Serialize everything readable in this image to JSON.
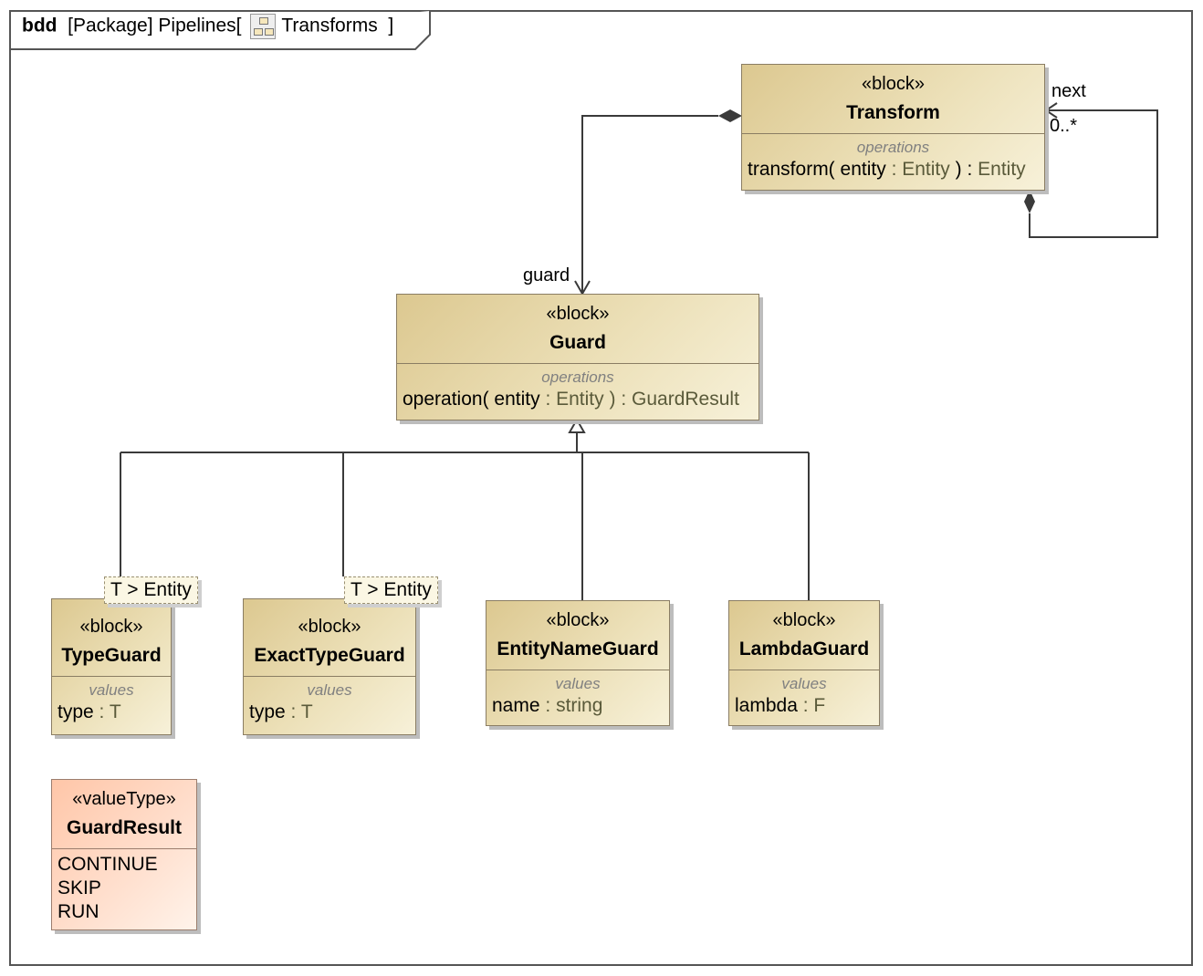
{
  "frame": {
    "kind": "bdd",
    "package": "[Package]",
    "name": "Pipelines[",
    "diagram": "Transforms",
    "close": "]"
  },
  "blocks": {
    "transform": {
      "stereotype": "«block»",
      "name": "Transform",
      "compartment_title": "operations",
      "op_name": "transform( entity",
      "op_sep": ":",
      "op_param_type": "Entity",
      "op_close": ") :",
      "op_return": "Entity"
    },
    "guard": {
      "stereotype": "«block»",
      "name": "Guard",
      "compartment_title": "operations",
      "op_name": "operation( entity",
      "op_sep": ":",
      "op_param_type": "Entity",
      "op_close": ") :",
      "op_return": "GuardResult"
    },
    "type_guard": {
      "stereotype": "«block»",
      "name": "TypeGuard",
      "template": "T > Entity",
      "compartment_title": "values",
      "value_name": "type",
      "value_sep": ":",
      "value_type": "T"
    },
    "exact_type_guard": {
      "stereotype": "«block»",
      "name": "ExactTypeGuard",
      "template": "T > Entity",
      "compartment_title": "values",
      "value_name": "type",
      "value_sep": ":",
      "value_type": "T"
    },
    "entity_name_guard": {
      "stereotype": "«block»",
      "name": "EntityNameGuard",
      "compartment_title": "values",
      "value_name": "name",
      "value_sep": ":",
      "value_type": "string"
    },
    "lambda_guard": {
      "stereotype": "«block»",
      "name": "LambdaGuard",
      "compartment_title": "values",
      "value_name": "lambda",
      "value_sep": ":",
      "value_type": "F"
    },
    "guard_result": {
      "stereotype": "«valueType»",
      "name": "GuardResult",
      "literals": [
        "CONTINUE",
        "SKIP",
        "RUN"
      ]
    }
  },
  "relations": {
    "guard_role": "guard",
    "next_role": "next",
    "next_multiplicity": "0..*"
  },
  "colors": {
    "block_fill": "#ece0b8",
    "value_type_fill": "#ffd9c4",
    "line": "#3a3a3a"
  }
}
